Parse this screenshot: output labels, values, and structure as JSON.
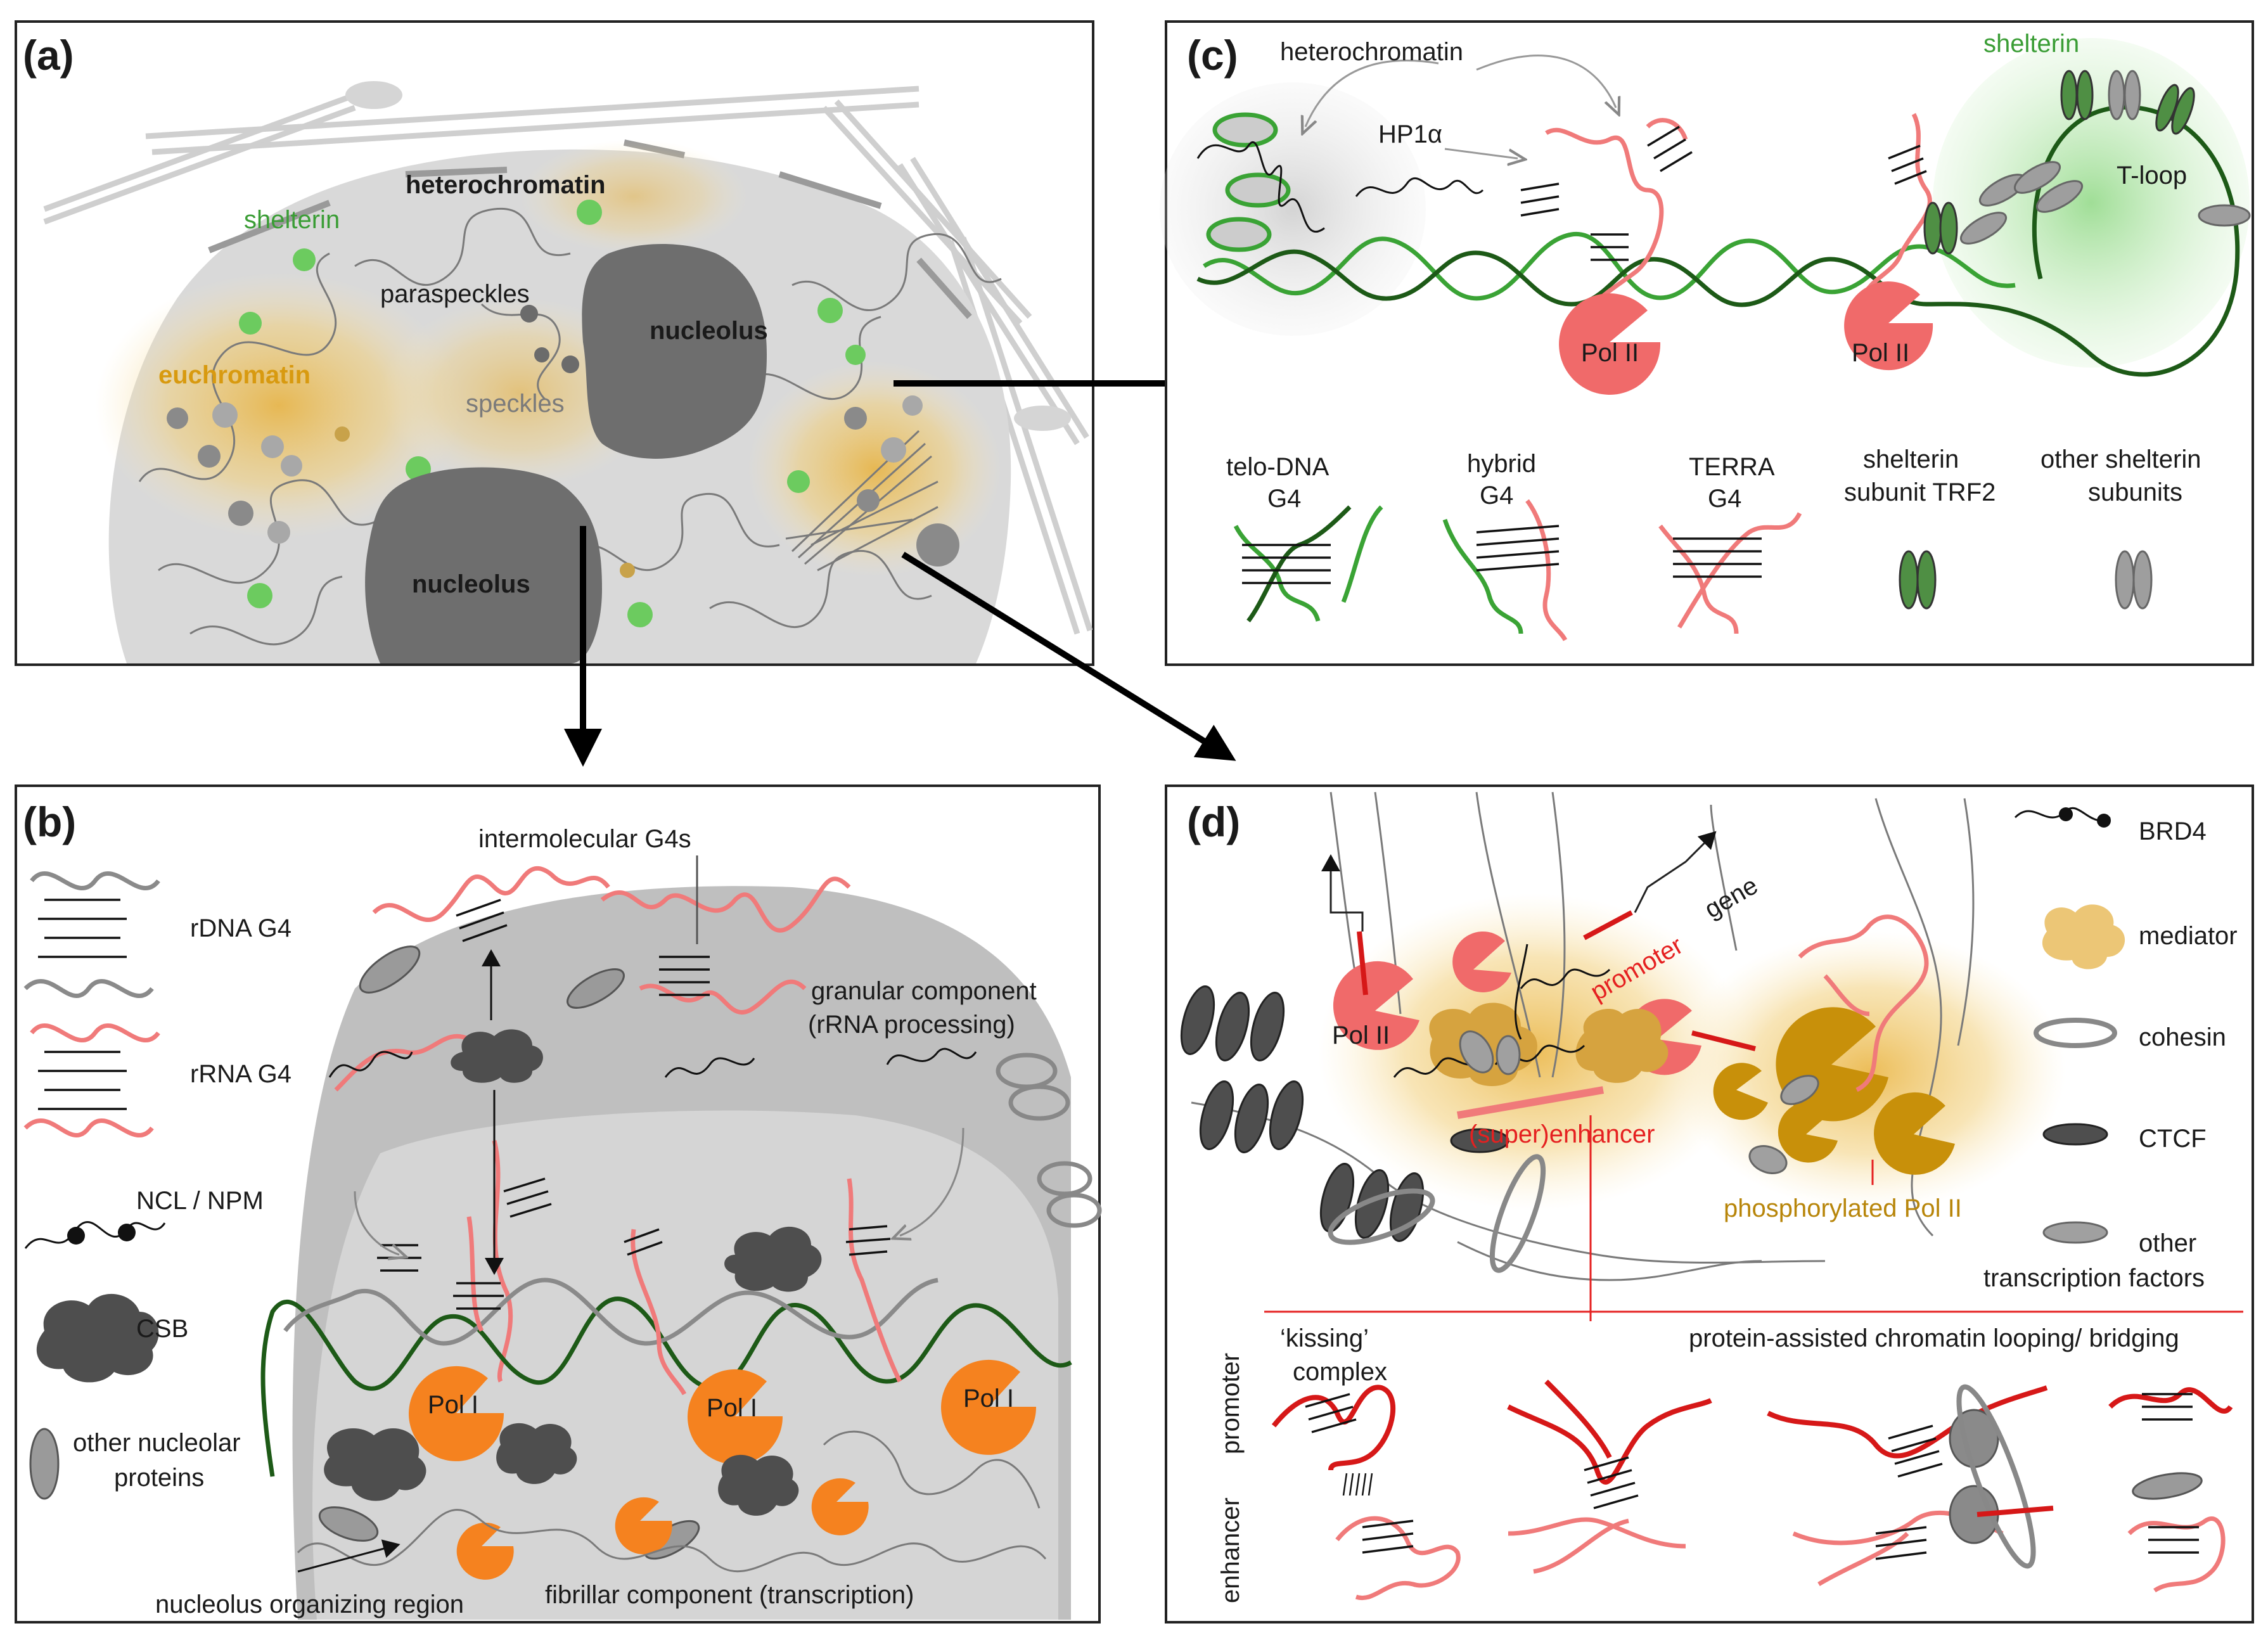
{
  "panels": {
    "a": {
      "label": "(a)",
      "heterochromatin": "heterochromatin",
      "shelterin": "shelterin",
      "paraspeckles": "paraspeckles",
      "euchromatin": "euchromatin",
      "speckles": "speckles",
      "nucleolus_top": "nucleolus",
      "nucleolus_bottom": "nucleolus"
    },
    "b": {
      "label": "(b)",
      "intermolecular_g4s": "intermolecular G4s",
      "granular_component": "granular component",
      "rrna_processing": "(rRNA processing)",
      "legend_rdna_g4": "rDNA G4",
      "legend_rrna_g4": "rRNA G4",
      "legend_ncl_npm": "NCL / NPM",
      "legend_csb": "CSB",
      "legend_other_nucleolar_1": "other nucleolar",
      "legend_other_nucleolar_2": "proteins",
      "pol_1": "Pol I",
      "pol_2": "Pol I",
      "pol_3": "Pol I",
      "nucleolus_organizing_region": "nucleolus organizing region",
      "fibrillar_component": "fibrillar component (transcription)"
    },
    "c": {
      "label": "(c)",
      "heterochromatin": "heterochromatin",
      "hp1a": "HP1α",
      "shelterin": "shelterin",
      "t_loop": "T-loop",
      "pol_1": "Pol II",
      "pol_2": "Pol II",
      "legend_telo_1": "telo-DNA",
      "legend_telo_2": "G4",
      "legend_hybrid_1": "hybrid",
      "legend_hybrid_2": "G4",
      "legend_terra_1": "TERRA",
      "legend_terra_2": "G4",
      "legend_trf2_1": "shelterin",
      "legend_trf2_2": "subunit TRF2",
      "legend_other_1": "other shelterin",
      "legend_other_2": "subunits"
    },
    "d": {
      "label": "(d)",
      "pol_ii": "Pol II",
      "promoter": "promoter",
      "gene": "gene",
      "super_enhancer": "(super)enhancer",
      "phosphorylated_pol_ii": "phosphorylated Pol II",
      "legend_brd4": "BRD4",
      "legend_mediator": "mediator",
      "legend_cohesin": "cohesin",
      "legend_ctcf": "CTCF",
      "legend_other_tf_1": "other",
      "legend_other_tf_2": "transcription factors",
      "kissing_1": "‘kissing’",
      "kissing_2": "complex",
      "looping": "protein-assisted chromatin looping/ bridging",
      "side_promoter": "promoter",
      "side_enhancer": "enhancer"
    }
  },
  "colors": {
    "shelterin_green": "#3a9d35",
    "euchromatin_gold": "#d89a10",
    "pol_i_orange": "#f5821f",
    "pol_ii_pink": "#f06a6a",
    "promoter_red": "#d61818",
    "nucleolus_grey": "#6e6e6e"
  }
}
